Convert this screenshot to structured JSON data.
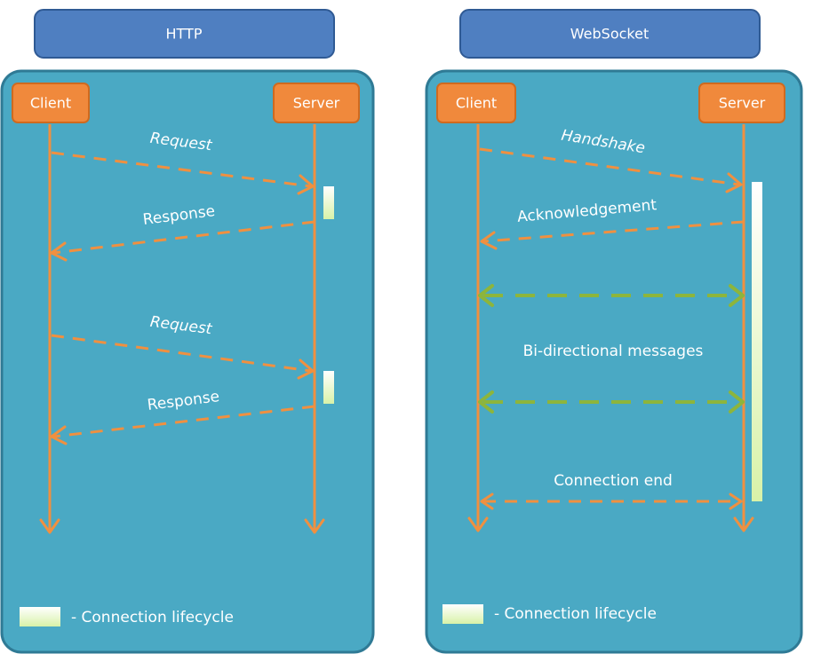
{
  "http": {
    "title": "HTTP",
    "client": "Client",
    "server": "Server",
    "request_1": "Request",
    "response_1": "Response",
    "request_2": "Request",
    "response_2": "Response",
    "legend": "- Connection lifecycle"
  },
  "websocket": {
    "title": "WebSocket",
    "client": "Client",
    "server": "Server",
    "handshake": "Handshake",
    "acknowledgement": "Acknowledgement",
    "bidirectional": "Bi-directional messages",
    "connection_end": "Connection end",
    "legend": "- Connection lifecycle"
  },
  "colors": {
    "title_box": "#4f7fc1",
    "panel": "#4aa9c4",
    "node": "#f0893c",
    "orange_arrow": "#f09040",
    "green_arrow": "#8db53c",
    "lifecycle_bar": "#e8f8c8"
  }
}
